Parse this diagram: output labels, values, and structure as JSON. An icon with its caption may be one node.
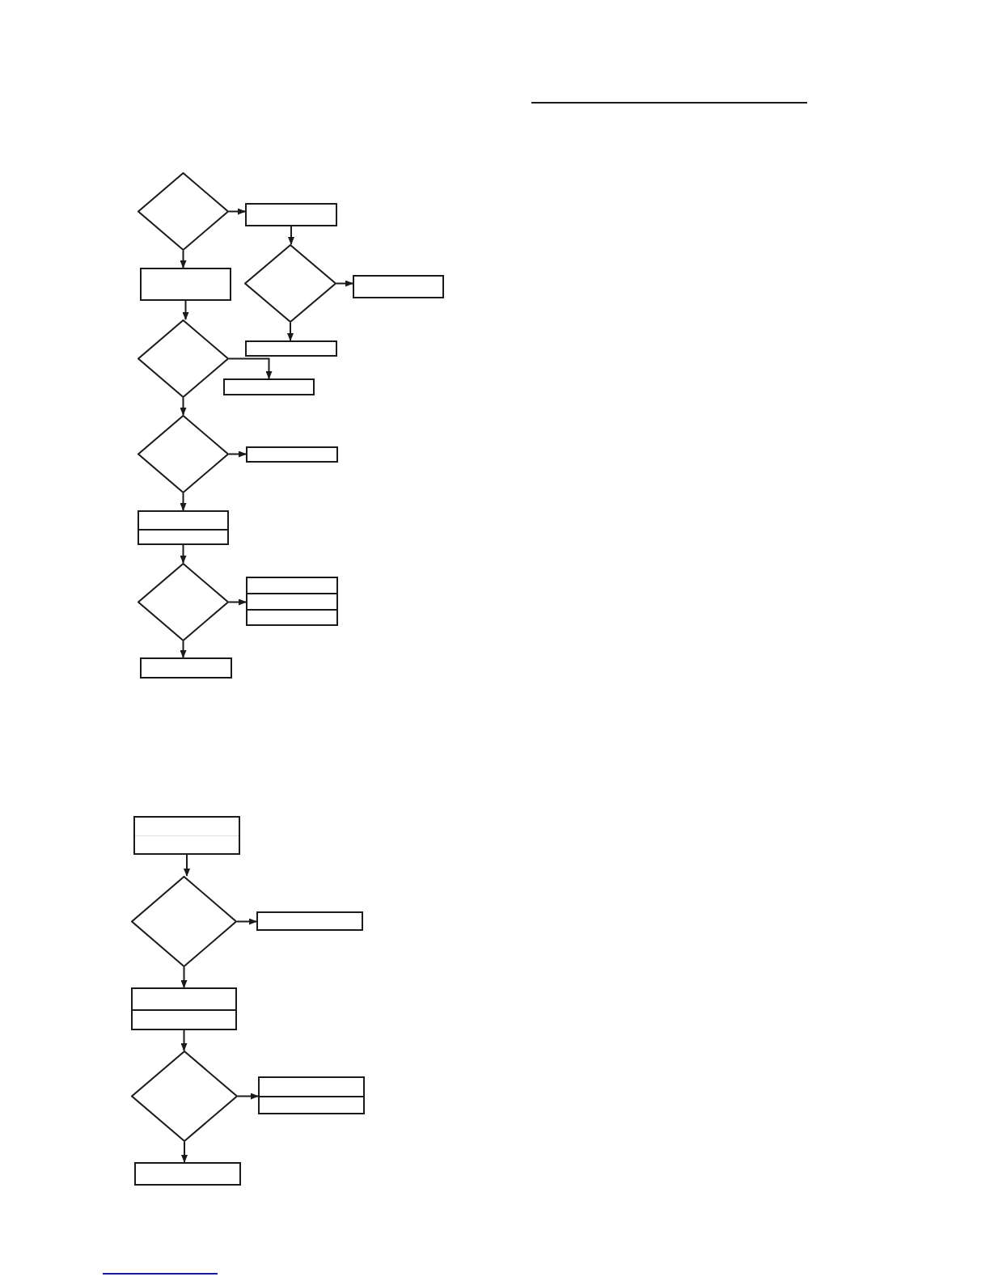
{
  "diagram": {
    "nodes": [
      {
        "text": [],
        "shape": "diamond"
      },
      {
        "text": [],
        "shape": "box"
      },
      {
        "text": [],
        "shape": "diamond"
      },
      {
        "text": [],
        "shape": "box"
      },
      {
        "text": [],
        "shape": "box"
      },
      {
        "text": [],
        "shape": "diamond"
      },
      {
        "text": [],
        "shape": "box"
      },
      {
        "text": [],
        "shape": "box"
      },
      {
        "text": [],
        "shape": "diamond"
      },
      {
        "text": [],
        "shape": "box"
      },
      {
        "text": [],
        "shape": "box"
      },
      {
        "text": [],
        "shape": "diamond"
      },
      {
        "text": [],
        "shape": "box"
      },
      {
        "text": [],
        "shape": "box"
      },
      {
        "text": [],
        "shape": "box"
      },
      {
        "text": [],
        "shape": "diamond"
      },
      {
        "text": [],
        "shape": "box"
      },
      {
        "text": [],
        "shape": "box"
      },
      {
        "text": [],
        "shape": "diamond"
      },
      {
        "text": [],
        "shape": "box"
      },
      {
        "text": [],
        "shape": "box"
      }
    ],
    "edges": [
      {
        "from": 0,
        "to": 1,
        "arrow": "to"
      },
      {
        "from": 0,
        "to": 3,
        "arrow": "to"
      },
      {
        "from": 1,
        "to": 2,
        "arrow": "to"
      },
      {
        "from": 2,
        "to": 4,
        "arrow": "to"
      },
      {
        "from": 2,
        "to": 6,
        "arrow": "to"
      },
      {
        "from": 3,
        "to": 5,
        "arrow": "to"
      },
      {
        "from": 5,
        "to": 7,
        "arrow": "to"
      },
      {
        "from": 5,
        "to": 8,
        "arrow": "to"
      },
      {
        "from": 8,
        "to": 9,
        "arrow": "to"
      },
      {
        "from": 8,
        "to": 10,
        "arrow": "to"
      },
      {
        "from": 10,
        "to": 11,
        "arrow": "to"
      },
      {
        "from": 11,
        "to": 12,
        "arrow": "to"
      },
      {
        "from": 11,
        "to": 13,
        "arrow": "to"
      },
      {
        "from": 14,
        "to": 15,
        "arrow": "to"
      },
      {
        "from": 15,
        "to": 16,
        "arrow": "to"
      },
      {
        "from": 15,
        "to": 17,
        "arrow": "to"
      },
      {
        "from": 17,
        "to": 18,
        "arrow": "to"
      },
      {
        "from": 18,
        "to": 19,
        "arrow": "to"
      },
      {
        "from": 18,
        "to": 20,
        "arrow": "to"
      }
    ]
  }
}
